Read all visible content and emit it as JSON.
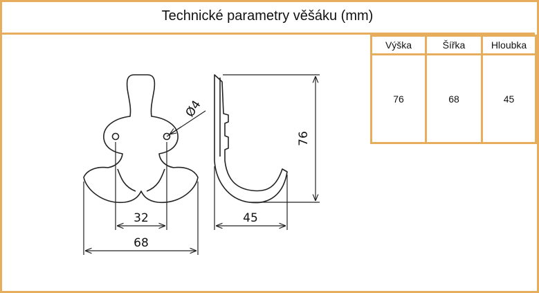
{
  "title": "Technické parametry věšáku (mm)",
  "table": {
    "headers": [
      "Výška",
      "Šířka",
      "Hloubka"
    ],
    "values": [
      "76",
      "68",
      "45"
    ]
  },
  "drawing": {
    "hole_diameter_label": "Ø4",
    "hole_spacing_label": "32",
    "width_label": "68",
    "depth_label": "45",
    "height_label": "76"
  },
  "colors": {
    "border": "#e6ad5c",
    "line": "#222222"
  }
}
